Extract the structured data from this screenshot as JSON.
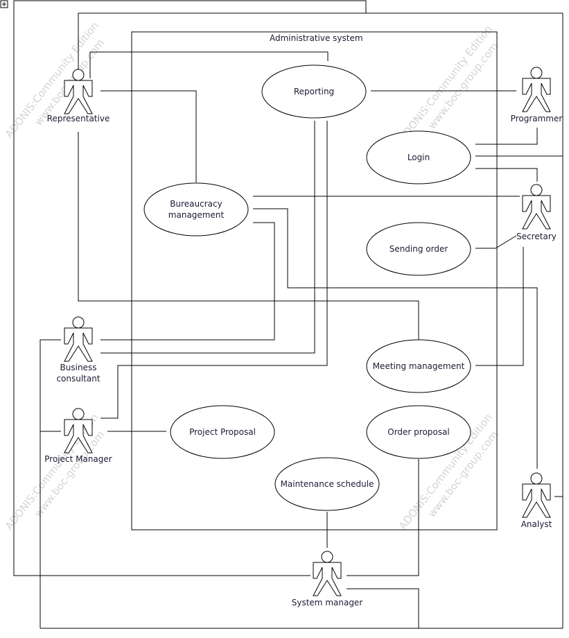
{
  "expand_glyph": "+",
  "system_boundary": {
    "label": "Administrative system"
  },
  "watermark": {
    "line1": "ADONIS:Community Edition",
    "line2": "www.boc-group.com"
  },
  "actors": [
    {
      "id": "representative",
      "label": "Representative"
    },
    {
      "id": "programmer",
      "label": "Programmer"
    },
    {
      "id": "secretary",
      "label": "Secretary"
    },
    {
      "id": "business_consultant",
      "label": "Business\nconsultant"
    },
    {
      "id": "project_manager",
      "label": "Project Manager"
    },
    {
      "id": "analyst",
      "label": "Analyst"
    },
    {
      "id": "system_manager",
      "label": "System manager"
    }
  ],
  "use_cases": [
    {
      "id": "reporting",
      "label": "Reporting"
    },
    {
      "id": "login",
      "label": "Login"
    },
    {
      "id": "bureaucracy",
      "label": "Bureaucracy\nmanagement"
    },
    {
      "id": "sending_order",
      "label": "Sending order"
    },
    {
      "id": "meeting",
      "label": "Meeting management"
    },
    {
      "id": "project_proposal",
      "label": "Project Proposal"
    },
    {
      "id": "order_proposal",
      "label": "Order proposal"
    },
    {
      "id": "maintenance",
      "label": "Maintenance schedule"
    }
  ]
}
